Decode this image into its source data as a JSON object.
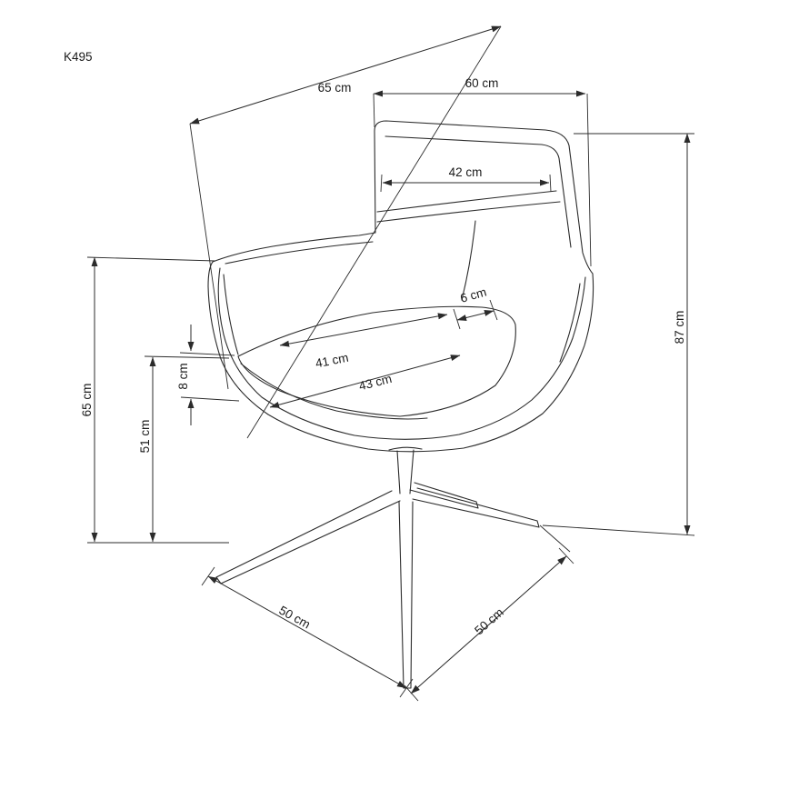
{
  "diagram": {
    "model_label": "K495",
    "line_color": "#2b2b2b",
    "background": "#ffffff",
    "dimensions": {
      "overall_depth": "65 cm",
      "overall_width": "60 cm",
      "backrest_width": "42 cm",
      "seat_side_thickness": "6 cm",
      "seat_depth": "41 cm",
      "seat_width": "43 cm",
      "seat_cushion_thickness": "8 cm",
      "seat_height": "51 cm",
      "armrest_height": "65 cm",
      "overall_height": "87 cm",
      "base_depth": "50 cm",
      "base_width": "50 cm"
    }
  }
}
